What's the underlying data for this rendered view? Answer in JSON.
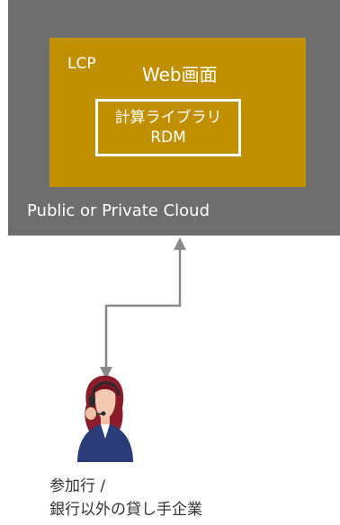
{
  "cloud": {
    "label": "Public or Private Cloud",
    "color": "#6e6e6e"
  },
  "lcp": {
    "label": "LCP",
    "screen_label": "Web画面",
    "color": "#c09000"
  },
  "calc": {
    "line1": "計算ライブラリ",
    "line2": "RDM"
  },
  "user": {
    "icon": "headset-operator-icon",
    "line1": "参加行 /",
    "line2": "銀行以外の貸し手企業"
  },
  "connector": {
    "type": "bidirectional-arrow",
    "color": "#8a8a8a"
  }
}
